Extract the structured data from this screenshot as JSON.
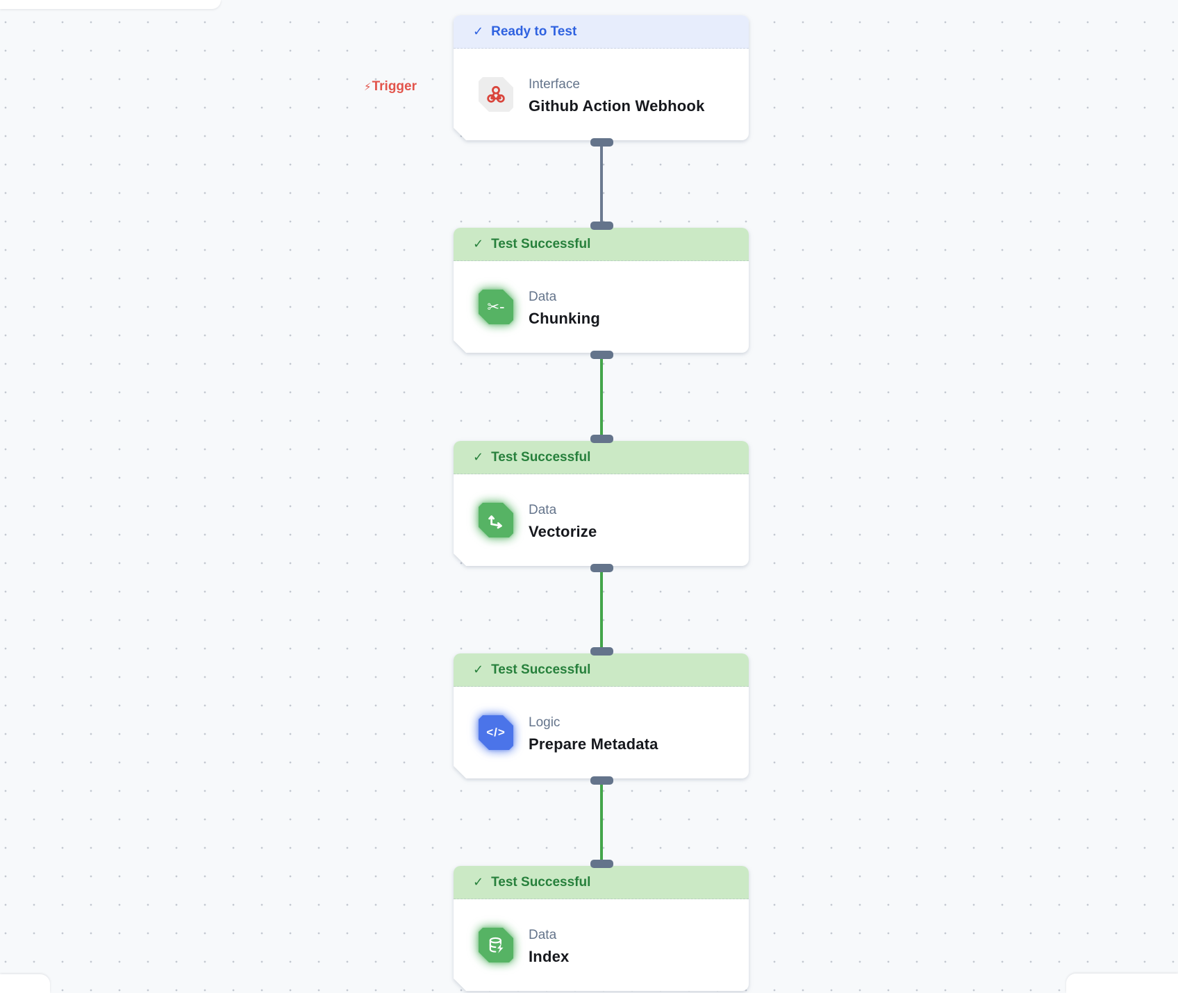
{
  "trigger": {
    "label": "Trigger"
  },
  "nodes": [
    {
      "status": "Ready to Test",
      "category": "Interface",
      "title": "Github Action Webhook",
      "icon": "webhook-icon"
    },
    {
      "status": "Test Successful",
      "category": "Data",
      "title": "Chunking",
      "icon": "scissors-icon"
    },
    {
      "status": "Test Successful",
      "category": "Data",
      "title": "Vectorize",
      "icon": "vector-arrows-icon"
    },
    {
      "status": "Test Successful",
      "category": "Logic",
      "title": "Prepare Metadata",
      "icon": "code-icon"
    },
    {
      "status": "Test Successful",
      "category": "Data",
      "title": "Index",
      "icon": "database-bolt-icon"
    }
  ],
  "colors": {
    "canvas_bg": "#f7f9fb",
    "dot": "#c3c8d1",
    "ready_header_bg": "#e7edfc",
    "ready_header_text": "#2f62e0",
    "success_header_bg": "#cbe9c5",
    "success_header_text": "#27803c",
    "connector_pending": "#6b7a90",
    "connector_success": "#43a54a",
    "handle": "#64748b",
    "trigger": "#e2544b",
    "icon_green": "#56b364",
    "icon_blue": "#4b74e9",
    "icon_gray_bg": "#ededed",
    "webhook_red": "#d9453c",
    "title_text": "#16181d",
    "category_text": "#64748b"
  }
}
